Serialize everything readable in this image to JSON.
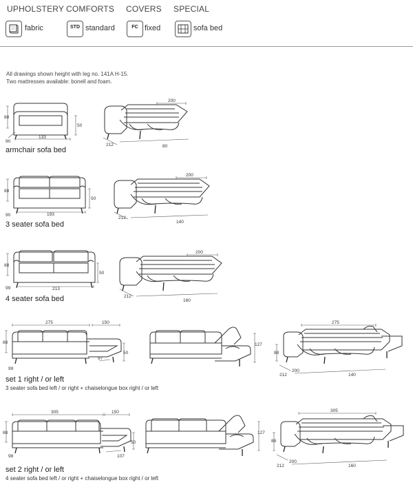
{
  "header": {
    "upholstery": "UPHOLSTERY",
    "comforts": "COMFORTS",
    "covers": "COVERS",
    "special": "SPECIAL"
  },
  "options": {
    "fabric": "fabric",
    "comfort_code": "STD",
    "comfort_label": "standard",
    "cover_code": "FC",
    "cover_label": "fixed",
    "special_label": "sofa bed"
  },
  "notes": {
    "line1": "All drawings shown height with leg no. 141A H-15.",
    "line2": "Two mattresses available: bonell and foam."
  },
  "products": [
    {
      "title": "armchair sofa bed",
      "dims": {
        "h": "88",
        "d": "90",
        "w": "133",
        "seat": "50",
        "open_w": "200",
        "open_d": "212",
        "bed": "80"
      }
    },
    {
      "title": "3 seater sofa bed",
      "dims": {
        "h": "88",
        "d": "90",
        "w": "193",
        "seat": "50",
        "open_w": "200",
        "open_d": "212",
        "bed": "140"
      }
    },
    {
      "title": "4 seater sofa bed",
      "dims": {
        "h": "88",
        "d": "99",
        "w": "213",
        "seat": "50",
        "open_w": "200",
        "open_d": "212",
        "bed": "160"
      }
    },
    {
      "title": "set 1 right / or left",
      "subtitle": "3 seater sofa bed  left / or right + chaiselongue box right / or left",
      "dims": {
        "h": "88",
        "d": "99",
        "w": "275",
        "chaise_w": "150",
        "chaise_d": "97",
        "seat": "50",
        "box_h": "127",
        "open_w": "275",
        "open_d": "212",
        "open_d2": "200",
        "bed": "140"
      }
    },
    {
      "title": "set 2 right / or left",
      "subtitle": "4 seater sofa bed  left / or right + chaiselongue box right / or left",
      "dims": {
        "h": "88",
        "d": "98",
        "w": "305",
        "chaise_w": "150",
        "chaise_d": "107",
        "seat": "50",
        "box_h": "127",
        "open_w": "305",
        "open_d": "212",
        "open_d2": "200",
        "bed": "160"
      }
    }
  ]
}
